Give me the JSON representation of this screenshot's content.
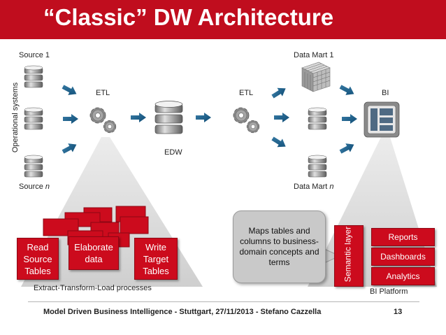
{
  "title": "“Classic” DW Architecture",
  "operational_systems_label": "Operational systems",
  "sources": {
    "first": "Source 1",
    "last_prefix": "Source ",
    "last_var": "n"
  },
  "etl_left": "ETL",
  "etl_right": "ETL",
  "edw": "EDW",
  "data_marts": {
    "first": "Data Mart 1",
    "last_prefix": "Data Mart ",
    "last_var": "n"
  },
  "bi": "BI",
  "etl_steps": {
    "read": "Read Source Tables",
    "elaborate": "Elaborate data",
    "write": "Write Target Tables",
    "caption": "Extract-Transform-Load processes"
  },
  "callout": "Maps tables and columns to business-domain concepts and terms",
  "semantic_layer": "Semantic layer",
  "bi_items": [
    "Reports",
    "Dashboards",
    "Analytics"
  ],
  "bi_platform": "BI Platform",
  "footer": "Model Driven Business Intelligence - Stuttgart, 27/11/2013 - Stefano Cazzella",
  "page_number": "13",
  "colors": {
    "accent": "#c00d1e",
    "callout": "#c9c9c9",
    "funnel": "#d9d9d9"
  },
  "icons": [
    "database-icon",
    "gears-icon",
    "cube-icon",
    "dashboard-icon",
    "arrow-icon"
  ]
}
